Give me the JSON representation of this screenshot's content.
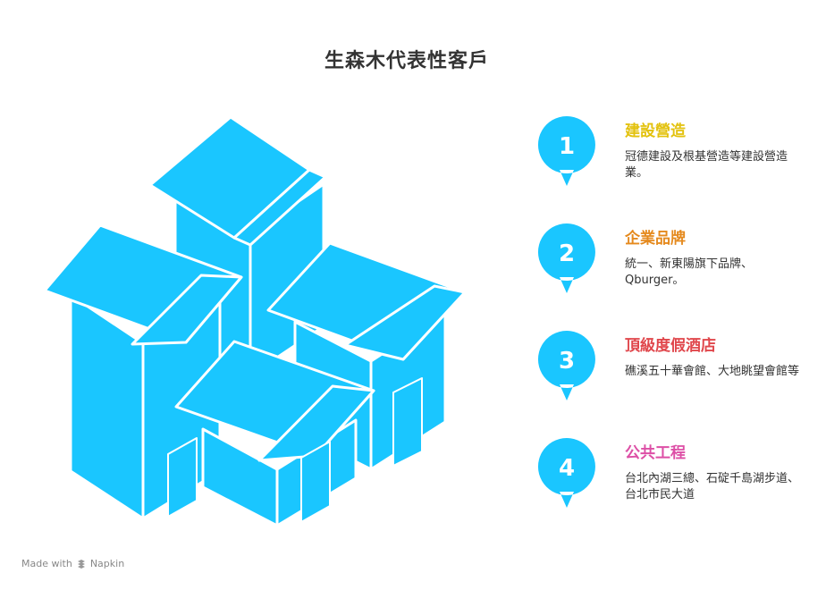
{
  "title": "生森木代表性客戶",
  "items": [
    {
      "number": "1",
      "title": "建設營造",
      "title_color": "#E3C20E",
      "description": "冠德建設及根基營造等建設營造業。"
    },
    {
      "number": "2",
      "title": "企業品牌",
      "title_color": "#E58A1E",
      "description": "統一、新東陽旗下品牌、Qburger。"
    },
    {
      "number": "3",
      "title": "頂級度假酒店",
      "title_color": "#E0474C",
      "description": "礁溪五十華會館、大地眺望會館等"
    },
    {
      "number": "4",
      "title": "公共工程",
      "title_color": "#DD4FA6",
      "description": "台北內湖三總、石碇千島湖步道、台北市民大道"
    }
  ],
  "colors": {
    "accent": "#1AC6FF",
    "stroke": "#FFFFFF",
    "title": "#333333"
  },
  "footer": {
    "made_with": "Made with",
    "brand": "Napkin",
    "icon": "napkin-logo-icon"
  }
}
